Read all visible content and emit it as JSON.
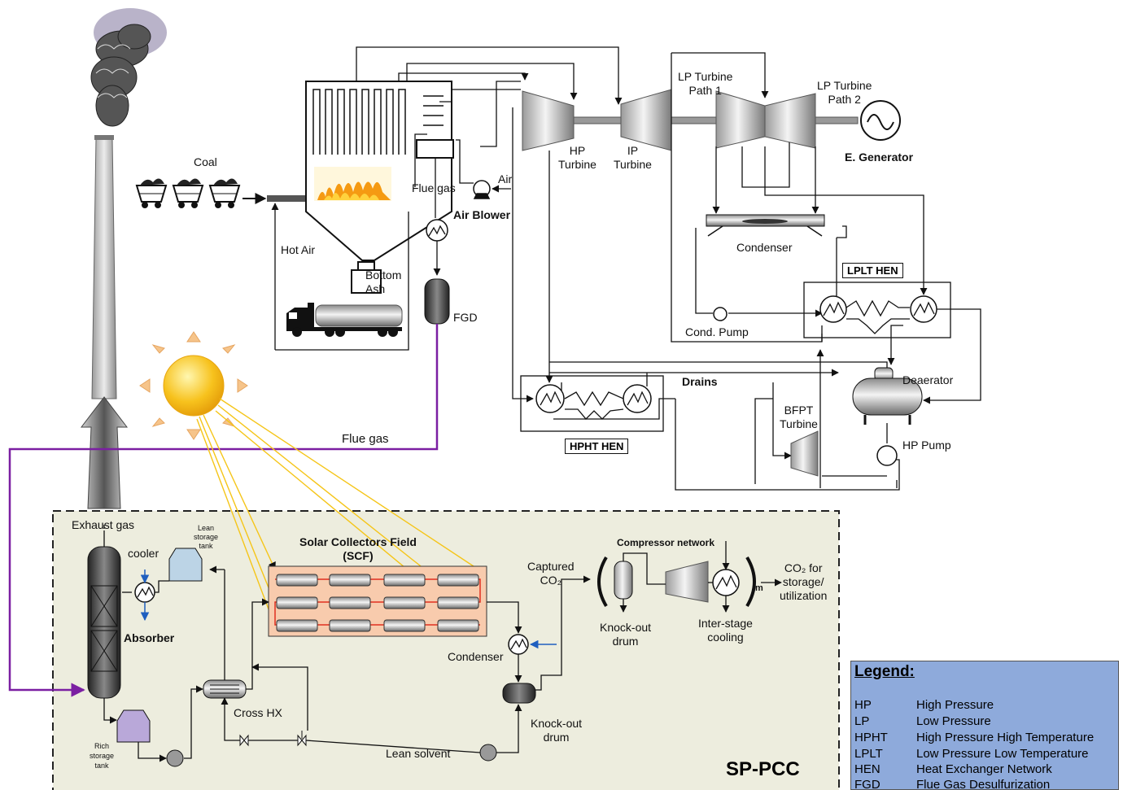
{
  "labels": {
    "coal": "Coal",
    "hot_air": "Hot Air",
    "bottom_ash": "Bottom\nAsh",
    "flue_gas_top": "Flue gas",
    "air": "Air",
    "air_blower": "Air Blower",
    "fgd": "FGD",
    "hp_turbine": "HP\nTurbine",
    "ip_turbine": "IP\nTurbine",
    "lp_path1": "LP Turbine\nPath 1",
    "lp_path2": "LP Turbine\nPath 2",
    "e_generator": "E. Generator",
    "condenser_top": "Condenser",
    "lplt_hen": "LPLT HEN",
    "cond_pump": "Cond. Pump",
    "deaerator": "Deaerator",
    "drains": "Drains",
    "bfpt_turbine": "BFPT\nTurbine",
    "hp_pump": "HP Pump",
    "hpht_hen": "HPHT HEN",
    "flue_gas_mid": "Flue gas",
    "exhaust_gas": "Exhaust gas",
    "cooler": "cooler",
    "lean_storage_tank": "Lean\nstorage\ntank",
    "absorber": "Absorber",
    "rich_storage_tank": "Rich\nstorage\ntank",
    "cross_hx": "Cross HX",
    "lean_solvent": "Lean solvent",
    "scf_title": "Solar Collectors Field\n(SCF)",
    "condenser_bottom": "Condenser",
    "knockout_drum_1": "Knock-out\ndrum",
    "captured_co2": "Captured\nCO₂",
    "compressor_network": "Compressor network",
    "knockout_drum_2": "Knock-out\ndrum",
    "interstage_cooling": "Inter-stage\ncooling",
    "m": "m",
    "co2_storage": "CO₂ for\nstorage/\nutilization",
    "sp_pcc": "SP-PCC"
  },
  "legend": {
    "title": "Legend:",
    "items": [
      {
        "abbr": "HP",
        "full": "High Pressure"
      },
      {
        "abbr": "LP",
        "full": "Low Pressure"
      },
      {
        "abbr": "HPHT",
        "full": "High Pressure High Temperature"
      },
      {
        "abbr": "LPLT",
        "full": "Low Pressure Low Temperature"
      },
      {
        "abbr": "HEN",
        "full": "Heat Exchanger Network"
      },
      {
        "abbr": "FGD",
        "full": "Flue Gas Desulfurization"
      }
    ]
  },
  "colors": {
    "purple_flue": "#7b1fa2",
    "sun_ray": "#f5c518",
    "scf_fill": "#f8cbad",
    "scf_pipe": "#e03020",
    "pcc_bg": "#ededde",
    "blue_cool": "#1f5fbf"
  },
  "icons": [
    "smokestack-icon",
    "smoke-icon",
    "coal-cart-icon",
    "flame-icon",
    "truck-icon",
    "sun-icon",
    "turbine-icon",
    "generator-icon",
    "heat-exchanger-icon",
    "pump-icon",
    "tank-icon",
    "column-icon",
    "compressor-icon",
    "valve-icon"
  ]
}
